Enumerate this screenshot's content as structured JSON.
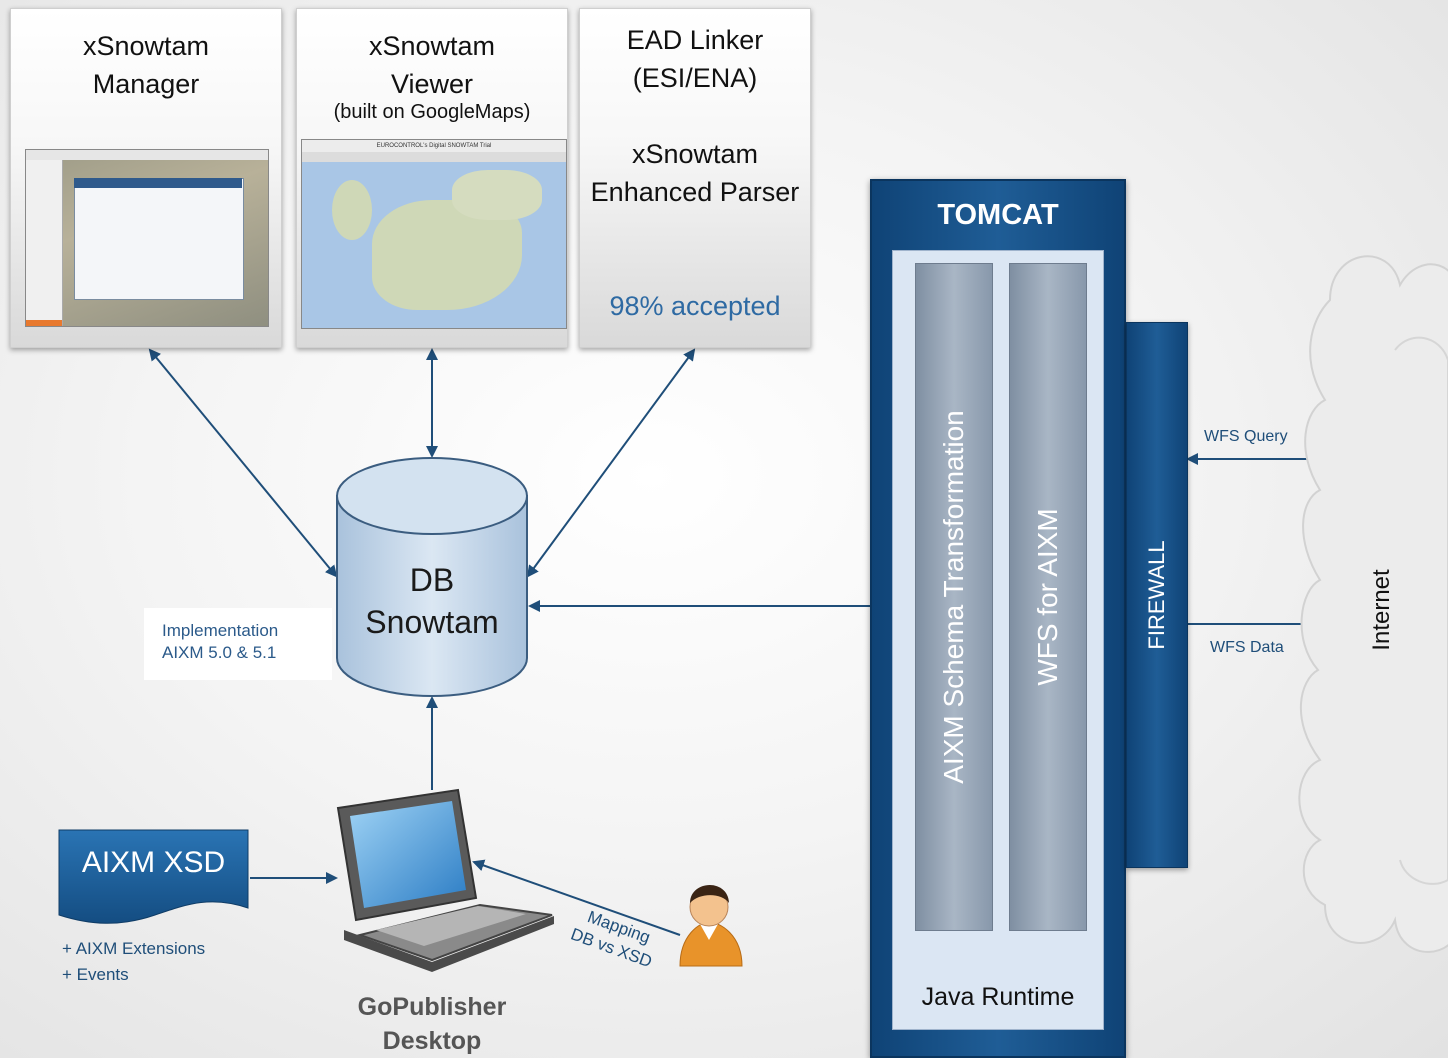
{
  "manager": {
    "title_line1": "xSnowtam",
    "title_line2": "Manager"
  },
  "viewer": {
    "title_line1": "xSnowtam",
    "title_line2": "Viewer",
    "subtitle": "(built on GoogleMaps)",
    "screenshot_caption": "EUROCONTROL's Digital SNOWTAM Trial"
  },
  "linker": {
    "title_line1": "EAD Linker",
    "title_line2": "(ESI/ENA)",
    "parser_line1": "xSnowtam",
    "parser_line2": "Enhanced Parser",
    "accepted": "98% accepted"
  },
  "database": {
    "line1": "DB",
    "line2": "Snowtam"
  },
  "implementation": {
    "line1": "Implementation",
    "line2": "AIXM 5.0 & 5.1"
  },
  "xsd": {
    "label": "AIXM XSD",
    "ext_line1": "+ AIXM Extensions",
    "ext_line2": "+ Events"
  },
  "mapping": {
    "line1": "Mapping",
    "line2": "DB vs XSD"
  },
  "desktop": {
    "line1": "GoPublisher",
    "line2": "Desktop"
  },
  "tomcat": {
    "title": "TOMCAT",
    "runtime": "Java Runtime",
    "bar1": "AIXM Schema Transformation",
    "bar2": "WFS for AIXM"
  },
  "firewall": {
    "label": "FIREWALL"
  },
  "wfs": {
    "query": "WFS Query",
    "data": "WFS Data"
  },
  "cloud": {
    "label": "Internet"
  },
  "colors": {
    "tomcat_blue": "#1a5288",
    "db_fill": "#c5d7ea",
    "label_blue": "#1f4e79",
    "xsd_blue": "#1c5f96"
  }
}
